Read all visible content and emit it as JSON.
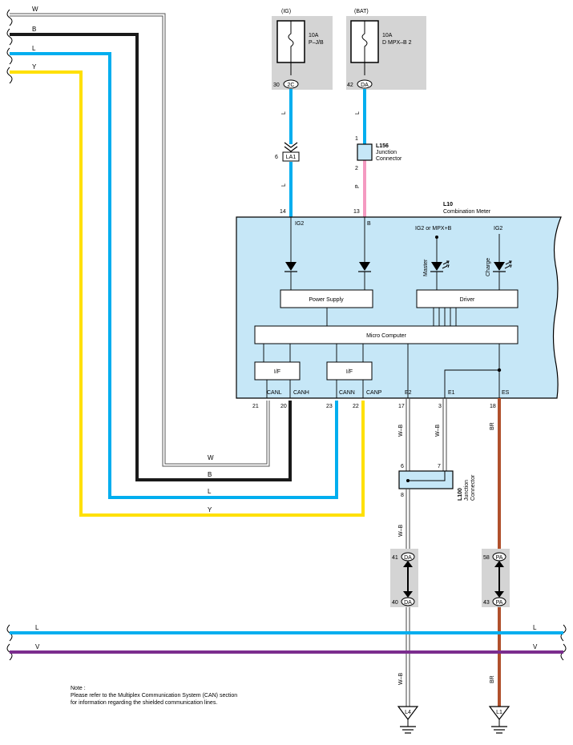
{
  "colors": {
    "blue": "#00AEEF",
    "black": "#1a1a1a",
    "yellow": "#FFE000",
    "pink": "#F49AC1",
    "brown": "#B0502C",
    "purple": "#7B2D8E",
    "meter_fill": "#C6E7F7",
    "shade": "#D4D4D4"
  },
  "wire_letters": {
    "w": "W",
    "b": "B",
    "l": "L",
    "y": "Y",
    "p": "P",
    "wb": "W–B",
    "br": "BR",
    "v": "V"
  },
  "fuses": {
    "ig": {
      "source": "(IG)",
      "rating": "10A",
      "name": "P–J/B",
      "pin": "30",
      "connector": "2C"
    },
    "bat": {
      "source": "(BAT)",
      "rating": "10A",
      "name": "D MPX–B 2",
      "pin": "42",
      "connector": "DA"
    }
  },
  "la1": {
    "pin": "6",
    "label": "LA1"
  },
  "l156": {
    "code": "L156",
    "line1": "Junction",
    "line2": "Connector",
    "pin_top": "1",
    "pin_bottom": "2"
  },
  "l10": {
    "code": "L10",
    "name": "Combination Meter"
  },
  "meter": {
    "pins_top": {
      "ig2_pin": "14",
      "b_pin": "13"
    },
    "terms_top": {
      "ig2": "IG2",
      "b": "B",
      "ig2_mpx": "IG2 or MPX+B",
      "ig2_right": "IG2"
    },
    "leds": {
      "master": "Master",
      "charge": "Charge"
    },
    "blocks": {
      "power_supply": "Power Supply",
      "driver": "Driver",
      "micro": "Micro Computer",
      "if_left": "I/F",
      "if_right": "I/F"
    },
    "terms_bottom": {
      "canl": "CANL",
      "canh": "CANH",
      "cann": "CANN",
      "canp": "CANP",
      "e2": "E2",
      "e1": "E1",
      "es": "ES"
    },
    "pins_bottom": {
      "canl": "21",
      "canh": "20",
      "cann": "23",
      "canp": "22",
      "e2": "17",
      "e1": "3",
      "es": "18"
    }
  },
  "l100": {
    "code": "L100",
    "line1": "Junction",
    "line2": "Connector",
    "pin_a": "6",
    "pin_b": "7",
    "pin_c": "8"
  },
  "connectors": {
    "da_top": {
      "pin": "41",
      "label": "DA"
    },
    "da_bottom": {
      "pin": "40",
      "label": "DA"
    },
    "pa_top": {
      "pin": "58",
      "label": "PA"
    },
    "pa_bottom": {
      "pin": "43",
      "label": "PA"
    }
  },
  "grounds": {
    "left": "L4",
    "right": "L1"
  },
  "note": {
    "title": "Note :",
    "line1": "Please refer to the Multiplex Communication System (CAN) section",
    "line2": "for information regarding the shielded communication lines."
  }
}
